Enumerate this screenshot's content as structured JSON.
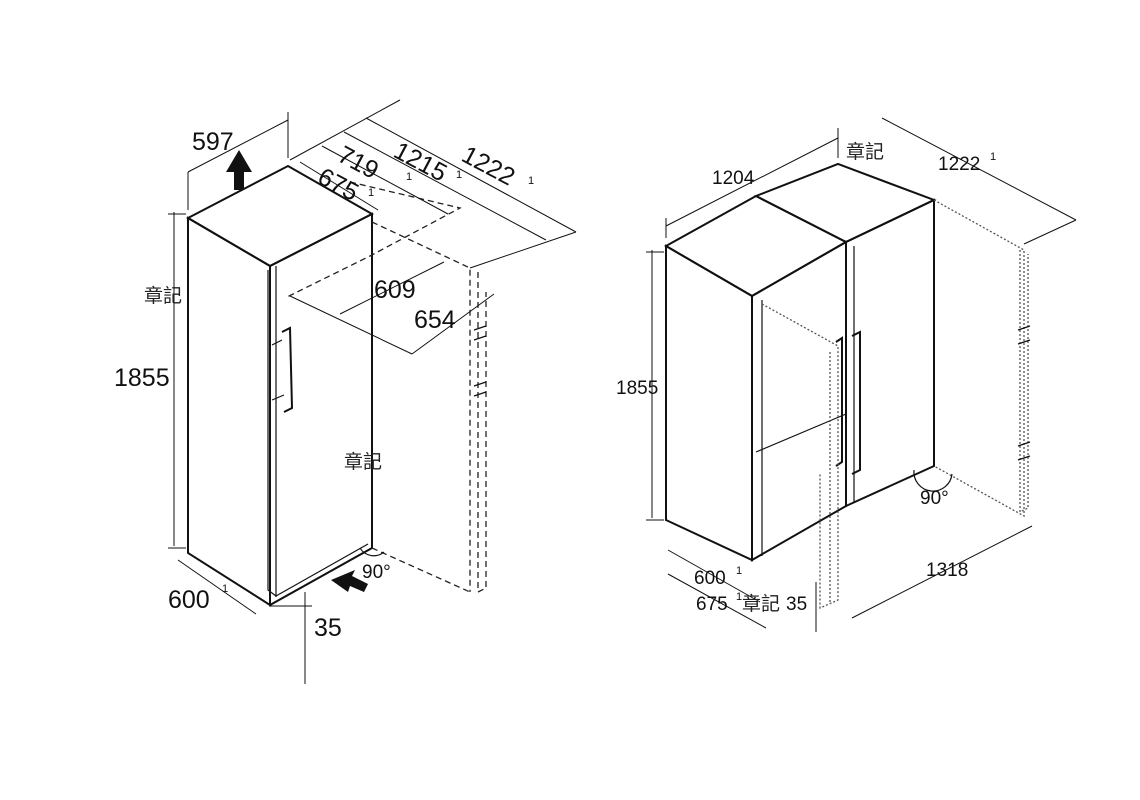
{
  "left_unit": {
    "width": "597",
    "depth_body": "675",
    "depth_body_note": "1",
    "depth_handle": "719",
    "depth_handle_note": "1",
    "depth_open": "1215",
    "depth_open_note": "1",
    "depth_total": "1222",
    "depth_total_note": "1",
    "inner_depth": "609",
    "door_depth": "654",
    "height": "1855",
    "base_width": "600",
    "base_width_note": "1",
    "clearance": "35",
    "door_angle": "90°",
    "stamp_top": "章記",
    "stamp_mid": "章記"
  },
  "right_unit": {
    "width": "1204",
    "depth_total": "1222",
    "depth_total_note": "1",
    "height": "1855",
    "door_angle": "90°",
    "open_width": "1318",
    "base_depth": "600",
    "base_depth_note": "1",
    "depth_handle": "675",
    "depth_handle_note": "1",
    "clearance": "35",
    "stamp_top": "章記",
    "stamp_bottom": "章記"
  }
}
